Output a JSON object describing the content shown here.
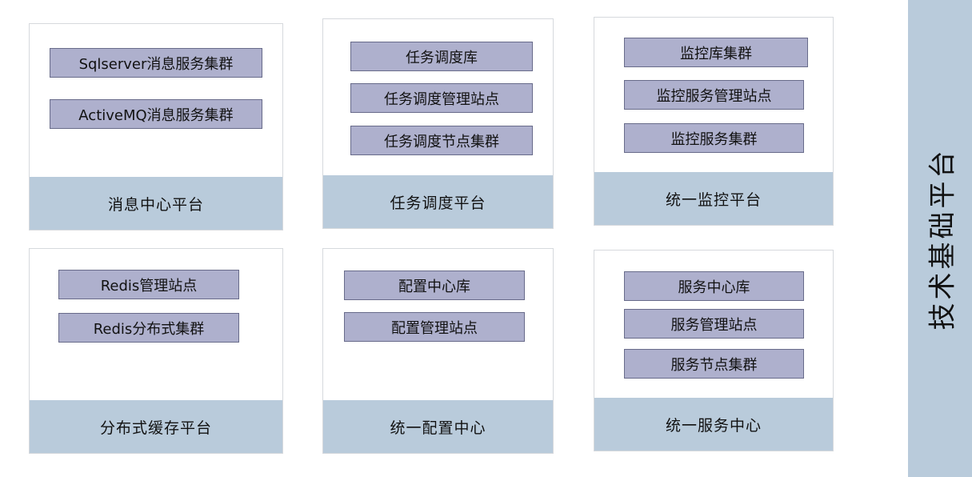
{
  "side_label": "技术基础平台",
  "panels": [
    {
      "title": "消息中心平台",
      "items": [
        "Sqlserver消息服务集群",
        "ActiveMQ消息服务集群"
      ]
    },
    {
      "title": "任务调度平台",
      "items": [
        "任务调度库",
        "任务调度管理站点",
        "任务调度节点集群"
      ]
    },
    {
      "title": "统一监控平台",
      "items": [
        "监控库集群",
        "监控服务管理站点",
        "监控服务集群"
      ]
    },
    {
      "title": "分布式缓存平台",
      "items": [
        "Redis管理站点",
        "Redis分布式集群"
      ]
    },
    {
      "title": "统一配置中心",
      "items": [
        "配置中心库",
        "配置管理站点"
      ]
    },
    {
      "title": "统一服务中心",
      "items": [
        "服务中心库",
        "服务管理站点",
        "服务节点集群"
      ]
    }
  ]
}
